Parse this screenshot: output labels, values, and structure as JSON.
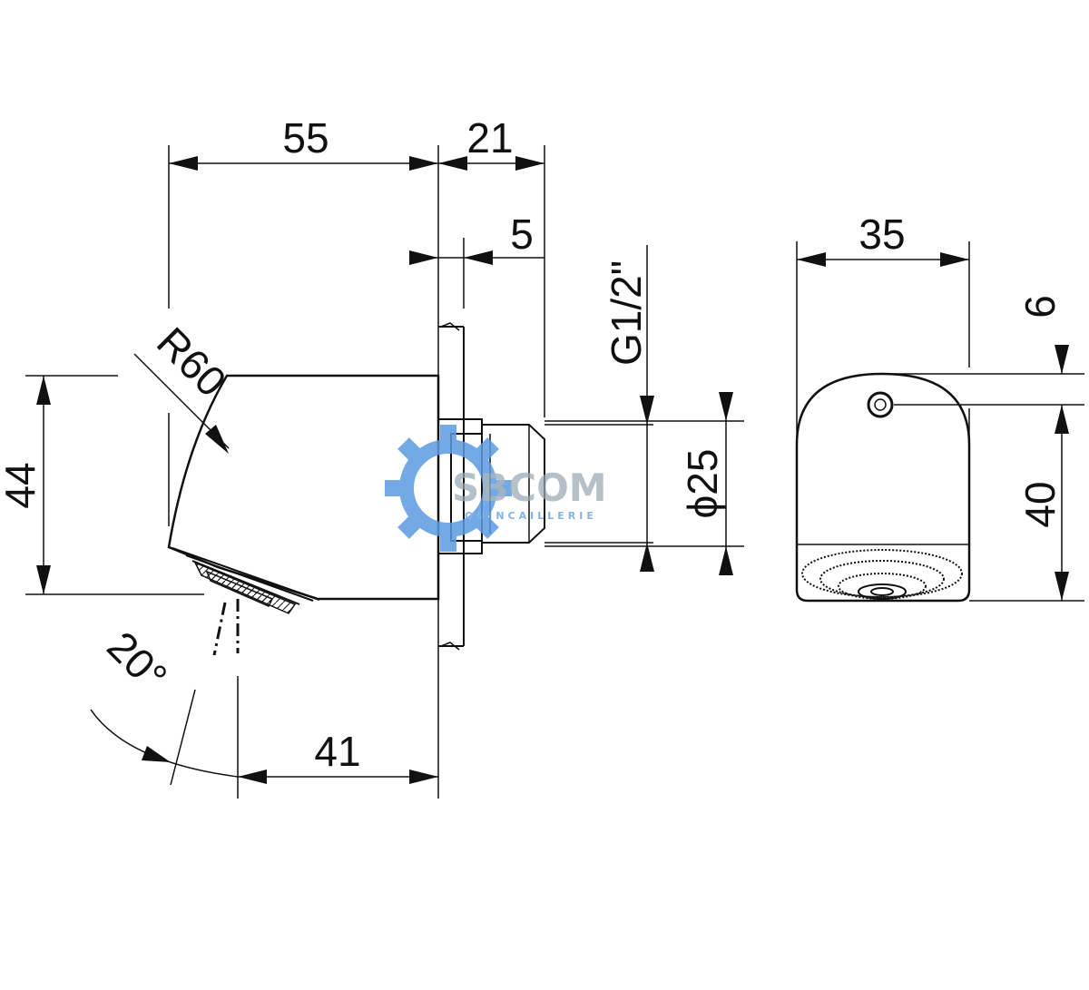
{
  "dimensions": {
    "d55": "55",
    "d21": "21",
    "d5": "5",
    "thread": "G1/2\"",
    "d44": "44",
    "r60": "R60",
    "angle": "20°",
    "d41": "41",
    "diam25": "ϕ25",
    "d35": "35",
    "d6": "6",
    "d40": "40"
  },
  "watermark": {
    "brand": "SBCOM",
    "tagline": "QUINCAILLERIE",
    "gear_color": "#5b9be0"
  },
  "colors": {
    "line": "#111111",
    "background": "#ffffff"
  }
}
